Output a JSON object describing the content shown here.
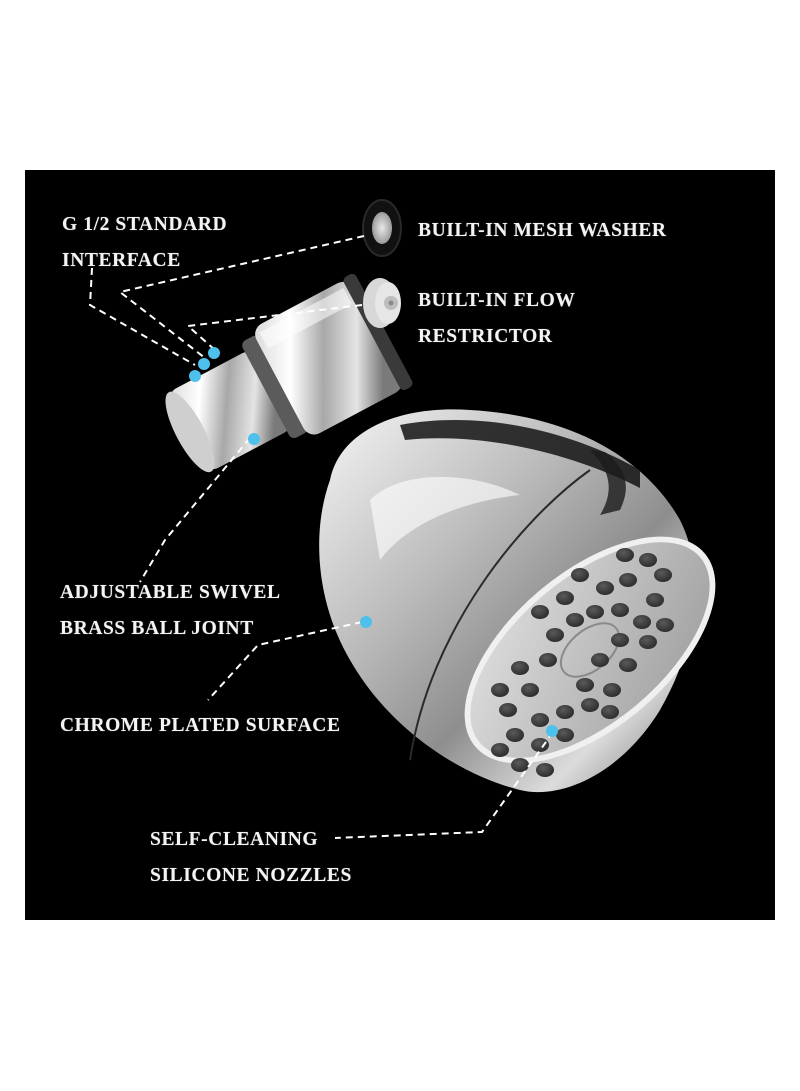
{
  "diagram": {
    "subject": "Chrome shower head feature callouts",
    "background_color": "#000000",
    "accent_color": "#4ec0ec",
    "callouts": [
      {
        "id": "interface",
        "lines": [
          "G 1/2 STANDARD",
          "INTERFACE"
        ]
      },
      {
        "id": "mesh_washer",
        "lines": [
          "BUILT-IN MESH WASHER"
        ]
      },
      {
        "id": "flow_restrictor",
        "lines": [
          "BUILT-IN FLOW",
          "RESTRICTOR"
        ]
      },
      {
        "id": "ball_joint",
        "lines": [
          "ADJUSTABLE SWIVEL",
          "BRASS BALL JOINT"
        ]
      },
      {
        "id": "chrome_surface",
        "lines": [
          "CHROME PLATED SURFACE"
        ]
      },
      {
        "id": "nozzles",
        "lines": [
          "SELF-CLEANING",
          "SILICONE NOZZLES"
        ]
      }
    ]
  }
}
